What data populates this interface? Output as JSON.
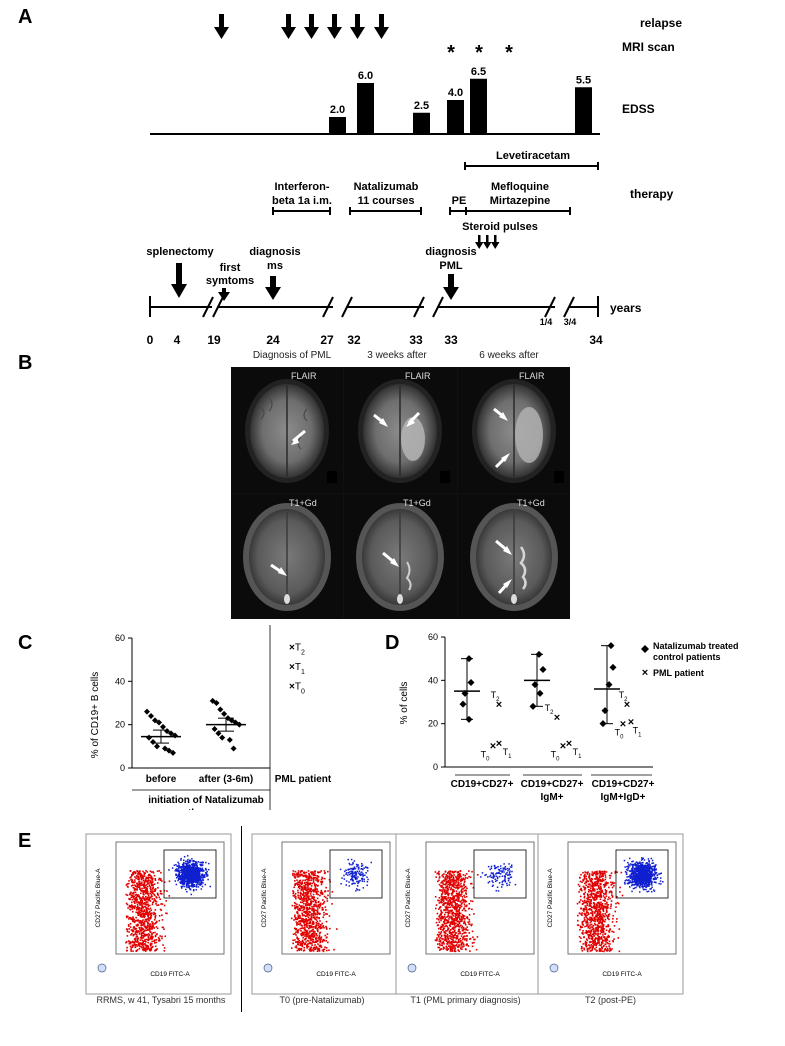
{
  "panels": {
    "a": "A",
    "b": "B",
    "c": "C",
    "d": "D",
    "e": "E"
  },
  "timeline": {
    "row_labels": {
      "relapse": "relapse",
      "mri": "MRI scan",
      "edss": "EDSS",
      "therapy": "therapy",
      "years": "years"
    },
    "mri_marker": "*",
    "edss_values": [
      "2.0",
      "6.0",
      "2.5",
      "4.0",
      "6.5",
      "5.5"
    ],
    "edss_numeric": [
      2.0,
      6.0,
      2.5,
      4.0,
      6.5,
      5.5
    ],
    "therapies": {
      "levetiracetam": "Levetiracetam",
      "interferon_1": "Interferon-",
      "interferon_2": "beta 1a i.m.",
      "natalizumab_1": "Natalizumab",
      "natalizumab_2": "11 courses",
      "pe": "PE",
      "mefloquine": "Mefloquine",
      "mirtazepine": "Mirtazepine",
      "steroid": "Steroid pulses"
    },
    "events": {
      "splenectomy": "splenectomy",
      "first_1": "first",
      "first_2": "symtoms",
      "dx_ms_1": "diagnosis",
      "dx_ms_2": "ms",
      "dx_pml_1": "diagnosis",
      "dx_pml_2": "PML"
    },
    "years": [
      "0",
      "4",
      "19",
      "24",
      "27",
      "32",
      "33",
      "33",
      "34"
    ],
    "fractions": [
      "1/4",
      "3/4"
    ]
  },
  "mri": {
    "column_titles": [
      "Diagnosis of PML",
      "3 weeks after",
      "6 weeks after"
    ],
    "row_labels": [
      "FLAIR",
      "T1+Gd"
    ]
  },
  "panel_c": {
    "ylabel": "% of CD19+ B cells",
    "yticks": [
      "0",
      "20",
      "40",
      "60"
    ],
    "categories": [
      "before",
      "after (3-6m)"
    ],
    "group_label_1": "initiation of Natalizumab",
    "group_label_2": "therapy",
    "pml_label": "PML patient",
    "pml_points": [
      {
        "label": "T",
        "sub": "2",
        "value": 56
      },
      {
        "label": "T",
        "sub": "1",
        "value": 47
      },
      {
        "label": "T",
        "sub": "0",
        "value": 38
      }
    ]
  },
  "panel_d": {
    "ylabel": "% of cells",
    "yticks": [
      "0",
      "20",
      "40",
      "60"
    ],
    "legend_control_1": "Natalizumab treated",
    "legend_control_2": "control patients",
    "legend_pml": "PML patient",
    "groups": [
      {
        "l1": "CD19+CD27+",
        "l2": ""
      },
      {
        "l1": "CD19+CD27+",
        "l2": "IgM+"
      },
      {
        "l1": "CD19+CD27+",
        "l2": "IgM+IgD+"
      }
    ]
  },
  "flow": {
    "y_axis": "CD27 Pacific Blue-A",
    "x_axis": "CD19 FITC-A",
    "captions": [
      "RRMS, w 41, Tysabri 15 months",
      "T0 (pre-Natalizumab)",
      "T1 (PML primary diagnosis)",
      "T2 (post-PE)"
    ]
  },
  "chart_data": [
    {
      "type": "scatter",
      "panel": "C",
      "ylabel": "% of CD19+ B cells",
      "ylim": [
        0,
        60
      ],
      "categories": [
        "before",
        "after (3-6m)",
        "PML patient"
      ],
      "series": [
        {
          "name": "before",
          "values": [
            26,
            24,
            22,
            21,
            19,
            17,
            16,
            15,
            14,
            12,
            10,
            9,
            8,
            7
          ],
          "mean": 14.5
        },
        {
          "name": "after (3-6m)",
          "values": [
            31,
            30,
            27,
            25,
            23,
            22,
            21,
            20,
            18,
            16,
            14,
            13,
            9
          ],
          "mean": 20
        },
        {
          "name": "PML patient",
          "values": [
            56,
            47,
            38
          ],
          "labels": [
            "T2",
            "T1",
            "T0"
          ]
        }
      ]
    },
    {
      "type": "scatter",
      "panel": "D",
      "ylabel": "% of cells",
      "ylim": [
        0,
        60
      ],
      "categories": [
        "CD19+CD27+",
        "CD19+CD27+ IgM+",
        "CD19+CD27+ IgM+IgD+"
      ],
      "series": [
        {
          "name": "Natalizumab treated control patients",
          "values": [
            [
              50,
              39,
              34,
              29,
              22
            ],
            [
              52,
              45,
              38,
              34,
              28
            ],
            [
              56,
              46,
              38,
              26,
              20
            ]
          ],
          "mean": [
            35,
            40,
            36
          ]
        },
        {
          "name": "PML patient",
          "values": [
            [
              10,
              11,
              29
            ],
            [
              10,
              11,
              23
            ],
            [
              20,
              21,
              29
            ]
          ],
          "labels": [
            "T0",
            "T1",
            "T2"
          ]
        }
      ]
    }
  ]
}
